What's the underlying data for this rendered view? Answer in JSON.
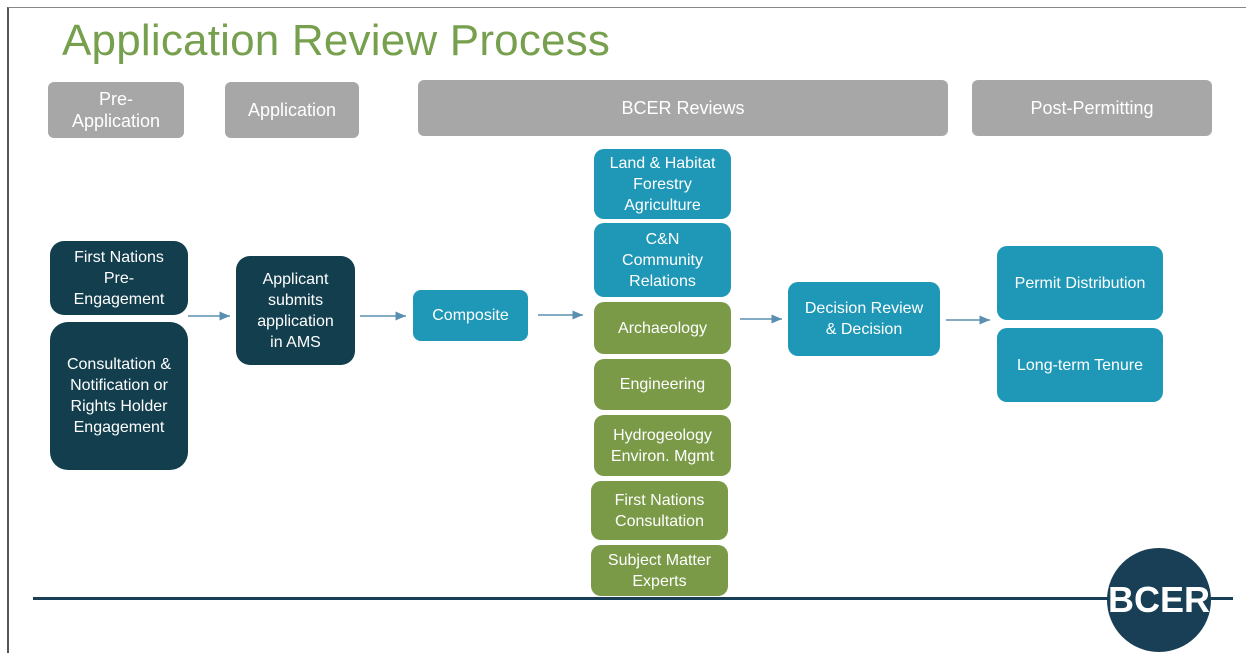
{
  "title": "Application Review Process",
  "phases": {
    "pre_application": "Pre-\nApplication",
    "application": "Application",
    "bcer_reviews": "BCER Reviews",
    "post_permitting": "Post-Permitting"
  },
  "pre_application": {
    "first_nations": "First Nations\nPre-\nEngagement",
    "consultation": "Consultation &\nNotification or\nRights Holder\nEngagement"
  },
  "application": {
    "submit": "Applicant\nsubmits\napplication\nin AMS"
  },
  "composite": "Composite",
  "reviews": {
    "land": "Land & Habitat\nForestry\nAgriculture",
    "cn": "C&N\nCommunity\nRelations",
    "archaeology": "Archaeology",
    "engineering": "Engineering",
    "hydro": "Hydrogeology\nEnviron. Mgmt",
    "first_nations": "First Nations\nConsultation",
    "sme": "Subject Matter\nExperts"
  },
  "decision": "Decision Review\n& Decision",
  "post": {
    "permit": "Permit Distribution",
    "tenure": "Long-term Tenure"
  },
  "logo": "BCER",
  "colors": {
    "title": "#76a04d",
    "phase": "#a7a7a7",
    "navy": "#133e4e",
    "teal": "#1f97b6",
    "green": "#7a9a48",
    "line": "#183f55"
  }
}
